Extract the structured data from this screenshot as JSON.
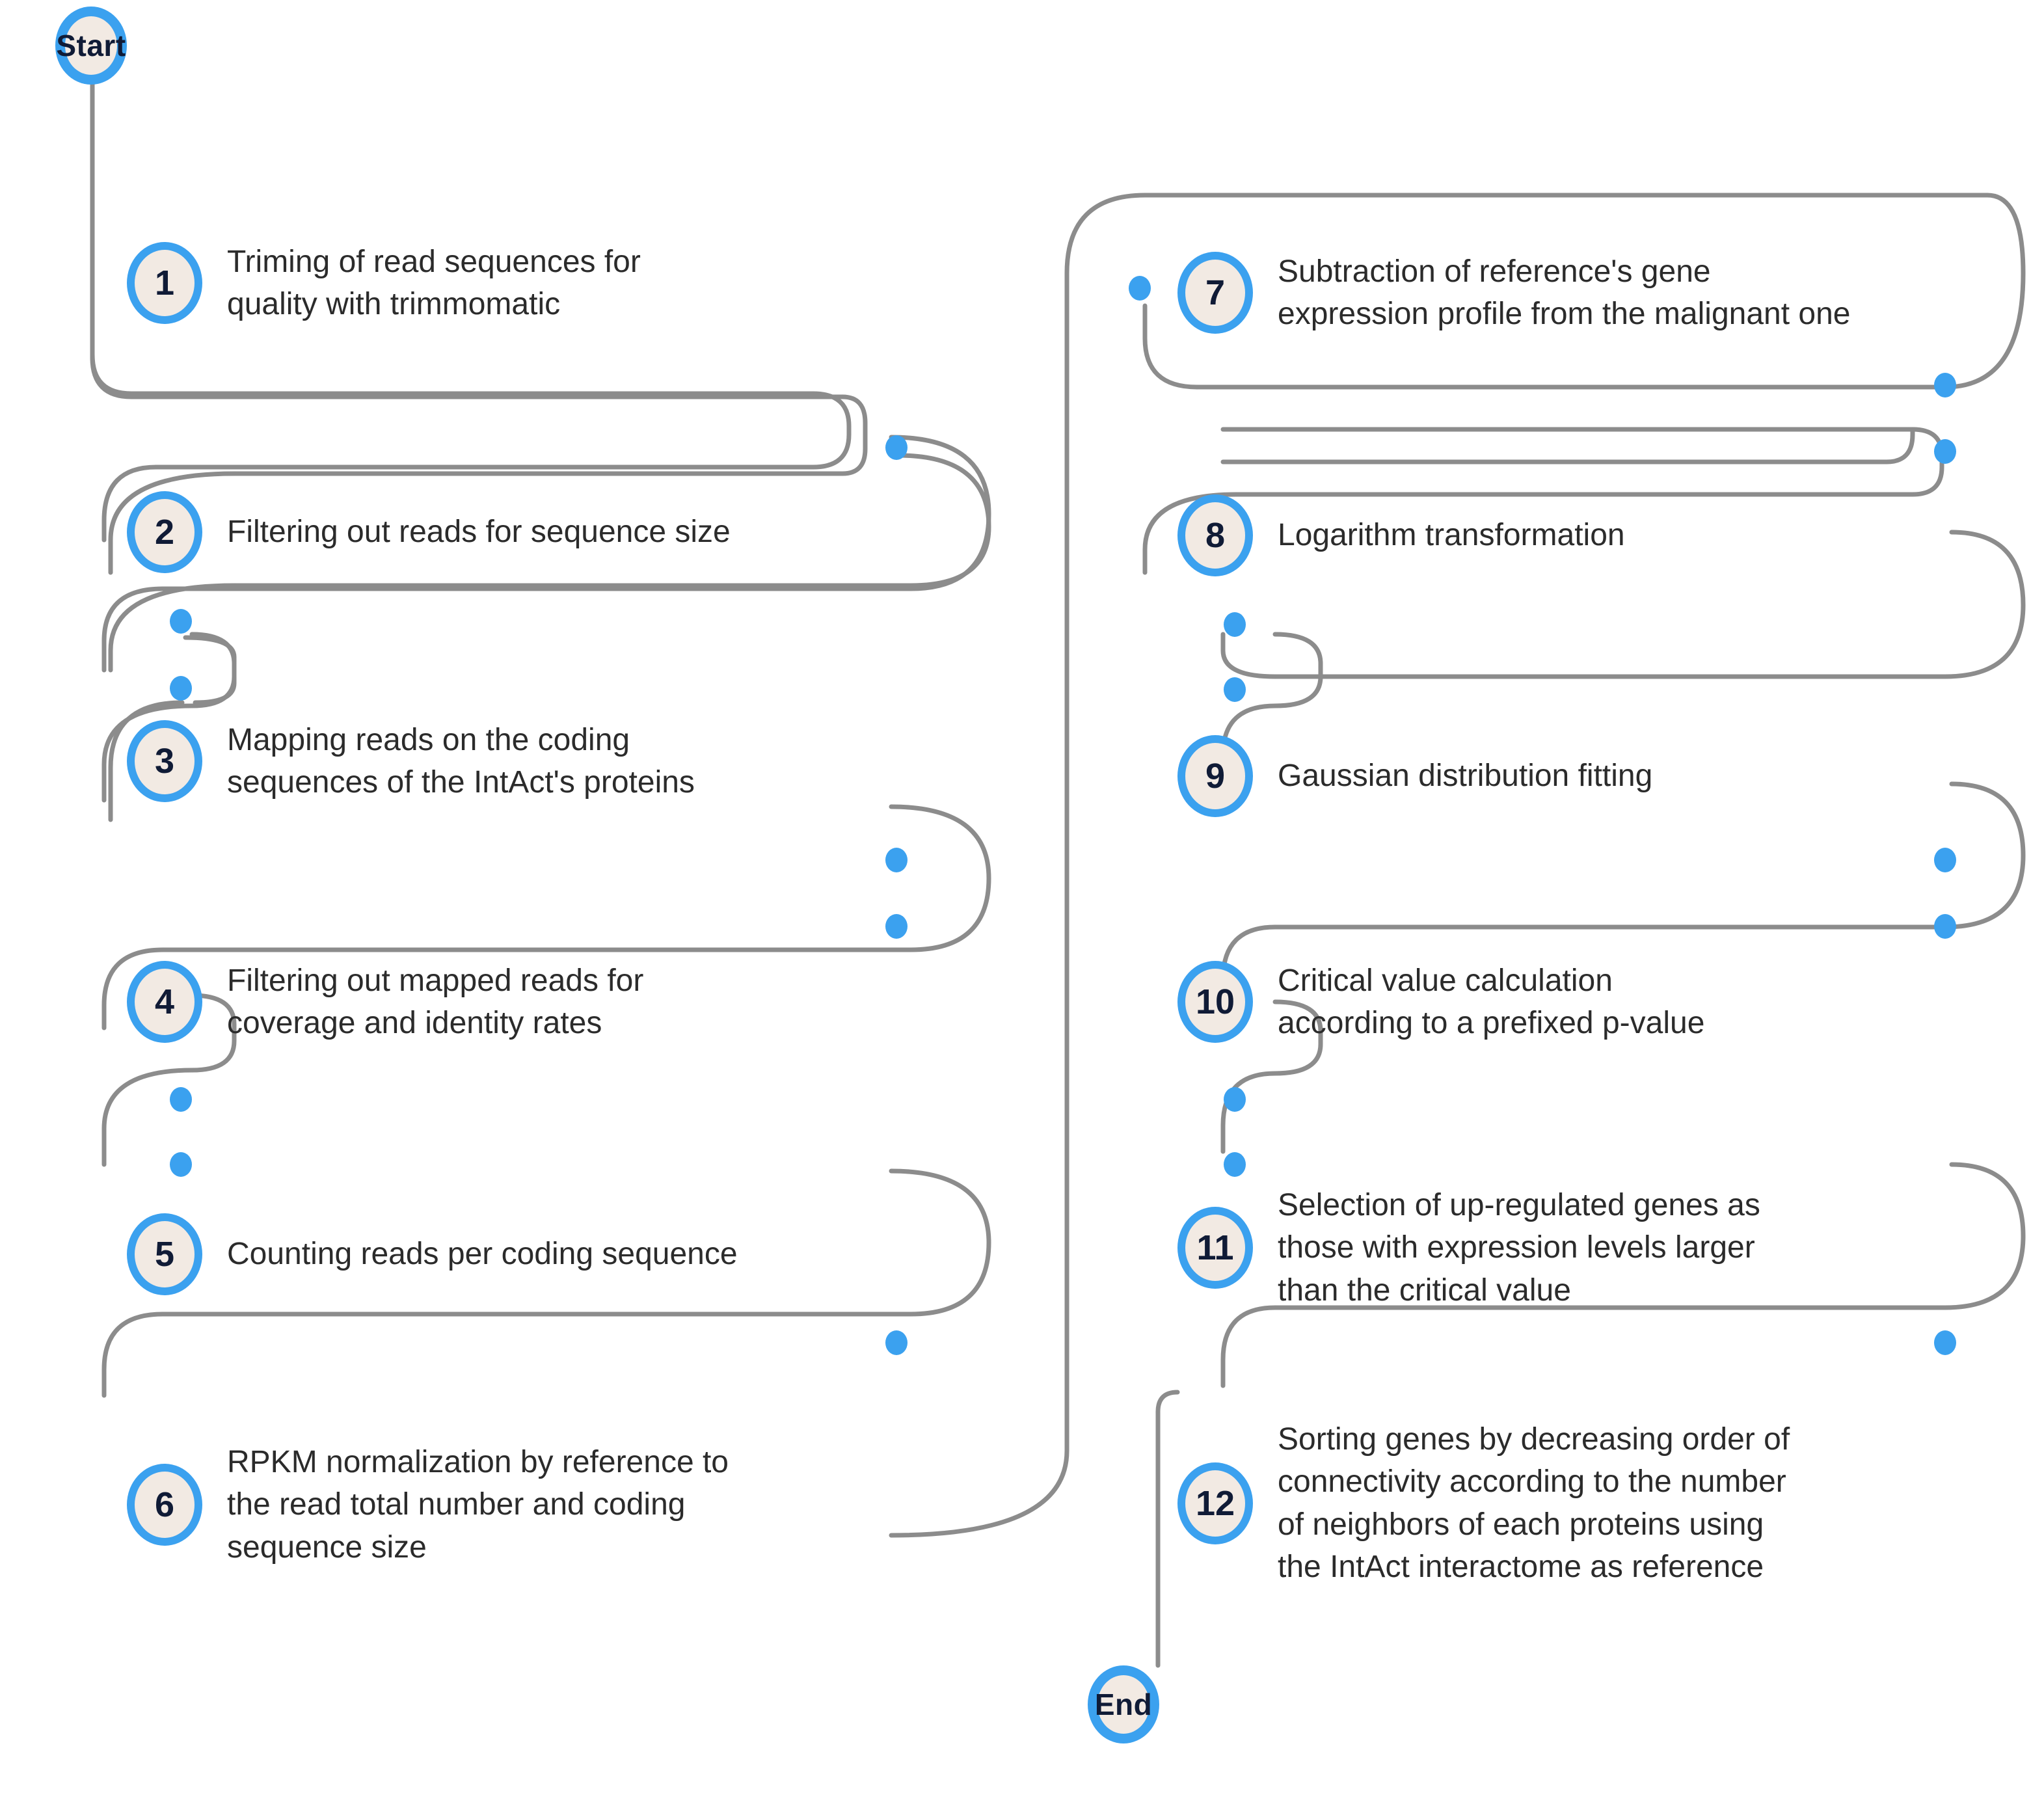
{
  "diagram": {
    "title": "RNA-seq differential expression and interactome connectivity pipeline",
    "colors": {
      "accent_blue": "#3ba1ef",
      "node_fill": "#f2eae3",
      "number_text": "#101b36",
      "body_text": "#2b2b2b",
      "connector_gray": "#8c8c8c",
      "background": "#ffffff"
    },
    "terminals": {
      "start_label": "Start",
      "end_label": "End"
    },
    "columns": [
      {
        "name": "left-column",
        "steps": [
          {
            "number": "1",
            "text": "Triming of read sequences for\nquality with trimmomatic"
          },
          {
            "number": "2",
            "text": "Filtering out reads for sequence size"
          },
          {
            "number": "3",
            "text": "Mapping reads on the coding\nsequences of the IntAct's proteins"
          },
          {
            "number": "4",
            "text": "Filtering out mapped reads for\ncoverage and identity rates"
          },
          {
            "number": "5",
            "text": "Counting reads per coding sequence"
          },
          {
            "number": "6",
            "text": "RPKM normalization by reference to\nthe read total number and coding\nsequence size"
          }
        ]
      },
      {
        "name": "right-column",
        "steps": [
          {
            "number": "7",
            "text": "Subtraction of reference's gene\nexpression profile from the malignant one"
          },
          {
            "number": "8",
            "text": "Logarithm transformation"
          },
          {
            "number": "9",
            "text": "Gaussian distribution fitting"
          },
          {
            "number": "10",
            "text": "Critical  value calculation\naccording to a prefixed p-value"
          },
          {
            "number": "11",
            "text": "Selection of up-regulated genes as\nthose with expression levels larger\nthan the critical value"
          },
          {
            "number": "12",
            "text": "Sorting genes by decreasing order of\nconnectivity according to the number\nof neighbors of each proteins using\nthe IntAct interactome as reference"
          }
        ]
      }
    ]
  }
}
